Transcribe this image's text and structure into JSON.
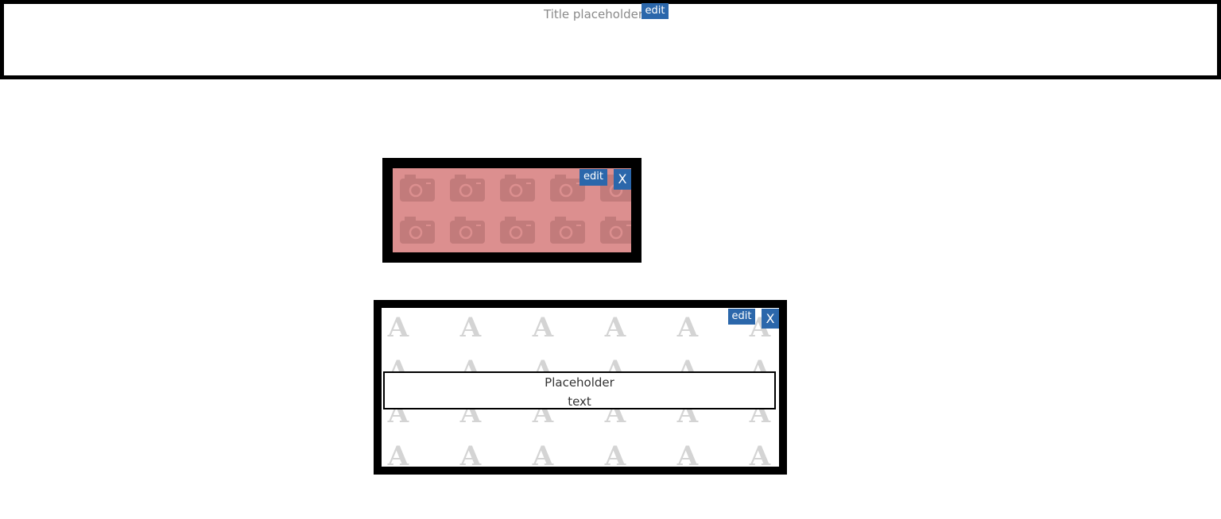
{
  "title_block": {
    "title": "Title placeholder",
    "edit_label": "edit"
  },
  "image_block": {
    "icon": "camera-icon",
    "background_color": "#dc8f8f",
    "edit_label": "edit",
    "close_label": "X"
  },
  "text_block": {
    "pattern_glyph": "A",
    "text_line1": "Placeholder",
    "text_line2": "text",
    "edit_label": "edit",
    "close_label": "X"
  },
  "colors": {
    "button": "#2b67ab",
    "border": "#000000"
  }
}
